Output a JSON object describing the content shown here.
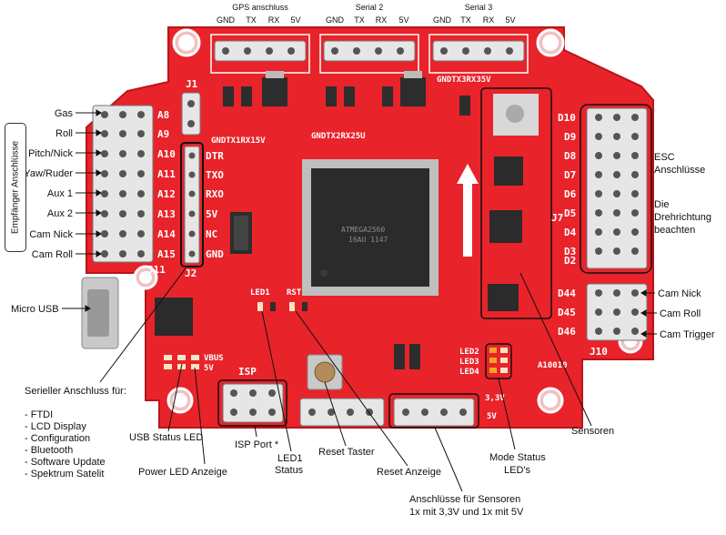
{
  "top_headers": {
    "gps": {
      "title": "GPS anschluss",
      "pins": [
        "GND",
        "TX",
        "RX",
        "5V"
      ]
    },
    "serial2": {
      "title": "Serial 2",
      "pins": [
        "GND",
        "TX",
        "RX",
        "5V"
      ]
    },
    "serial3": {
      "title": "Serial 3",
      "pins": [
        "GND",
        "TX",
        "RX",
        "5V"
      ]
    }
  },
  "silkscreen": {
    "serial_labels": [
      "GNDTX1RX15V",
      "GNDTX2RX25U",
      "GNDTX3RX35V"
    ],
    "j1": "J1",
    "j2": "J2",
    "j7": "J7",
    "j10": "J10",
    "j11": "J11",
    "ftdi_pins": [
      "DTR",
      "TXO",
      "RXO",
      "5V",
      "NC",
      "GND"
    ],
    "analog_pins": [
      "A8",
      "A9",
      "A10",
      "A11",
      "A12",
      "A13",
      "A14",
      "A15"
    ],
    "digital_pins": [
      "D10",
      "D9",
      "D8",
      "D7",
      "D6",
      "D5",
      "D4",
      "D3",
      "D2"
    ],
    "cam_pins": [
      "D44",
      "D45",
      "D46"
    ],
    "led_labels": [
      "LED2",
      "LED3",
      "LED4"
    ],
    "led1": "LED1",
    "rst": "RST",
    "isp": "ISP",
    "vbus": "VBUS",
    "v5": "5V",
    "board_id": "A10010",
    "sensor_volts": [
      "3,3V",
      "5V"
    ]
  },
  "chip": {
    "line1": "ATMEGA2560",
    "line2": "16AU 1147"
  },
  "left_labels": [
    "Gas",
    "Roll",
    "Pitch/Nick",
    "Yaw/Ruder",
    "Aux 1",
    "Aux 2",
    "Cam Nick",
    "Cam Roll"
  ],
  "side_box": "Empfänger Anschlüsse",
  "micro_usb": "Micro USB",
  "serial_note": {
    "title": "Serieller Anschluss für:",
    "items": [
      "- FTDI",
      "- LCD Display",
      "- Configuration",
      "- Bluetooth",
      "- Software Update",
      "- Spektrum Satelit"
    ]
  },
  "right_labels": {
    "esc": [
      "ESC",
      "Anschlüsse"
    ],
    "direction": [
      "Die",
      "Drehrichtung",
      "beachten"
    ],
    "cam": [
      "Cam Nick",
      "Cam Roll",
      "Cam Trigger"
    ],
    "sensoren": "Sensoren"
  },
  "bottom_labels": {
    "usb_status": "USB Status LED",
    "power_led": "Power LED Anzeige",
    "isp_port": "ISP Port *",
    "led1_status": [
      "LED1",
      "Status"
    ],
    "reset_taster": "Reset Taster",
    "reset_anzeige": "Reset Anzeige",
    "mode_status": [
      "Mode Status",
      "LED's"
    ],
    "sensor_ports": [
      "Anschlüsse für Sensoren",
      "1x mit 3,3V und 1x mit 5V"
    ]
  },
  "colors": {
    "board": "#e8232a",
    "board_dark": "#c41a20",
    "header_pin": "#d9d9d9",
    "chip": "#2b2b2b"
  }
}
